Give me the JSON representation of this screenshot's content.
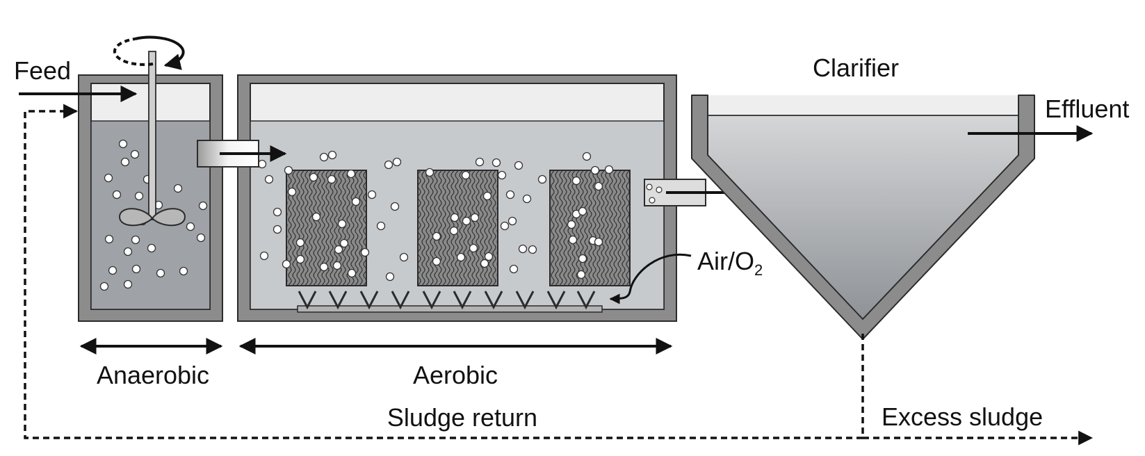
{
  "labels": {
    "feed": "Feed",
    "clarifier": "Clarifier",
    "effluent": "Effluent",
    "air": "Air/O",
    "air_subscript": "2",
    "anaerobic": "Anaerobic",
    "aerobic": "Aerobic",
    "sludge_return": "Sludge return",
    "excess_sludge": "Excess sludge"
  },
  "colors": {
    "wall": "#8c8c8c",
    "outline": "#2b2b2b",
    "anaerobic_liquid": "#9fa3a8",
    "aerobic_liquid": "#c7cacd",
    "headspace": "#eeeeee",
    "media": "#8a8a8a",
    "bubble": "#ffffff"
  },
  "icons": {
    "mixer": "impeller-mixer-icon",
    "rotation": "rotation-arrow-icon",
    "diffuser": "air-diffuser-icon"
  }
}
